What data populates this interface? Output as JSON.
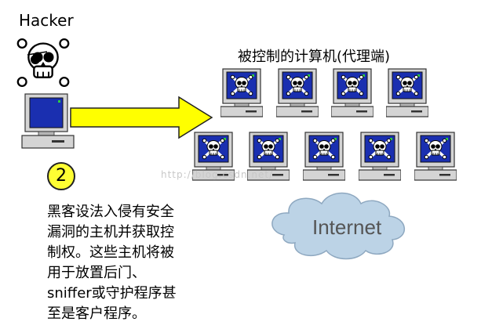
{
  "hacker": {
    "label": "Hacker"
  },
  "controlled_hosts": {
    "label": "被控制的计算机(代理端)",
    "count": 9
  },
  "step": {
    "number": "2"
  },
  "description": "黑客设法入侵有安全\n漏洞的主机并获取控\n制权。这些主机将被\n用于放置后门、\nsniffer或守护程序甚\n至是客户程序。",
  "cloud": {
    "label": "Internet"
  },
  "watermark": "http://blog.csdn.net/",
  "colors": {
    "arrow": "#ffff00",
    "screen": "#1a2fb0",
    "cloud": "#bcd3e6",
    "step_circle": "#ffff33"
  }
}
